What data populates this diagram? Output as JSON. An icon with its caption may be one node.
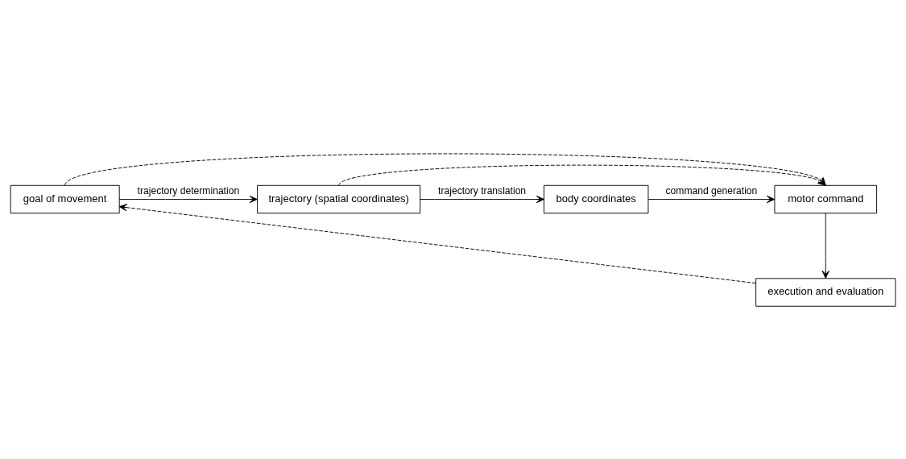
{
  "diagram": {
    "nodes": [
      {
        "text": [
          "goal of movement"
        ]
      },
      {
        "text": [
          "trajectory (spatial coordinates)"
        ]
      },
      {
        "text": [
          "body coordinates"
        ]
      },
      {
        "text": [
          "motor command"
        ]
      },
      {
        "text": [
          "execution and evaluation"
        ]
      }
    ],
    "edges": [
      {
        "from": 0,
        "to": 1,
        "arrow": "to",
        "label": "trajectory determination"
      },
      {
        "from": 1,
        "to": 2,
        "arrow": "to",
        "label": "trajectory translation"
      },
      {
        "from": 2,
        "to": 3,
        "arrow": "to",
        "label": "command generation"
      },
      {
        "from": 0,
        "to": 3,
        "arrow": "to",
        "style": "dashed"
      },
      {
        "from": 1,
        "to": 3,
        "arrow": "to",
        "style": "dashed"
      },
      {
        "from": 3,
        "to": 4,
        "arrow": "to"
      },
      {
        "from": 4,
        "to": 0,
        "arrow": "to",
        "style": "dashed"
      }
    ]
  }
}
